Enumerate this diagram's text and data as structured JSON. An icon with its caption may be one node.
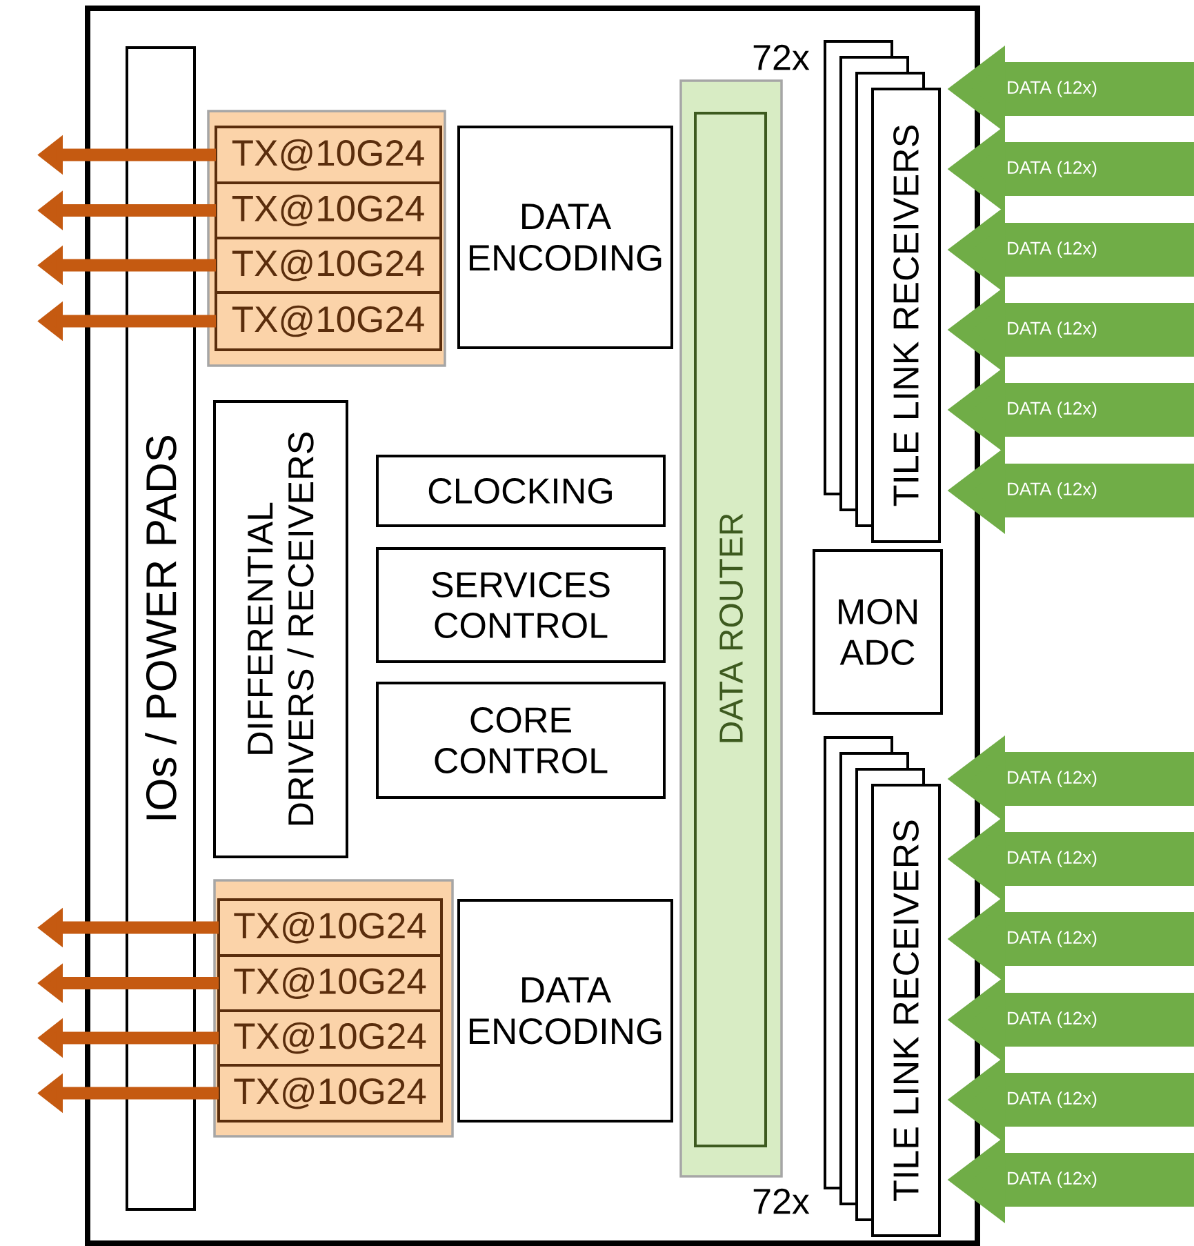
{
  "diagram": {
    "nodes": [
      {
        "text": [
          "IOs / POWER PADS"
        ]
      },
      {
        "text": [],
        "shape": "box"
      },
      {
        "text": [
          "TX@10G24"
        ],
        "in": 1
      },
      {
        "text": [
          "TX@10G24"
        ],
        "in": 1
      },
      {
        "text": [
          "TX@10G24"
        ],
        "in": 1
      },
      {
        "text": [
          "TX@10G24"
        ],
        "in": 1
      },
      {
        "text": [
          "DATA ENCODING"
        ]
      },
      {
        "text": [
          "DIFFERENTIAL DRIVERS / RECEIVERS"
        ]
      },
      {
        "text": [
          "CLOCKING"
        ]
      },
      {
        "text": [
          "SERVICES CONTROL"
        ]
      },
      {
        "text": [
          "CORE CONTROL"
        ]
      },
      {
        "text": [],
        "shape": "box"
      },
      {
        "text": [
          "TX@10G24"
        ],
        "in": 11
      },
      {
        "text": [
          "TX@10G24"
        ],
        "in": 11
      },
      {
        "text": [
          "TX@10G24"
        ],
        "in": 11
      },
      {
        "text": [
          "TX@10G24"
        ],
        "in": 11
      },
      {
        "text": [
          "DATA ENCODING"
        ]
      },
      {
        "text": [
          "DATA ROUTER"
        ]
      },
      {
        "text": [
          "TILE LINK RECEIVERS"
        ],
        "beside": [
          "72x"
        ]
      },
      {
        "text": [
          "MON ADC"
        ]
      },
      {
        "text": [
          "TILE LINK RECEIVERS"
        ],
        "beside": [
          "72x"
        ]
      }
    ],
    "edges": [
      {
        "from": 2,
        "to": null,
        "arrow": "to",
        "color": "#c55a11"
      },
      {
        "from": 3,
        "to": null,
        "arrow": "to",
        "color": "#c55a11"
      },
      {
        "from": 4,
        "to": null,
        "arrow": "to",
        "color": "#c55a11"
      },
      {
        "from": 5,
        "to": null,
        "arrow": "to",
        "color": "#c55a11"
      },
      {
        "from": 12,
        "to": null,
        "arrow": "to",
        "color": "#c55a11"
      },
      {
        "from": 13,
        "to": null,
        "arrow": "to",
        "color": "#c55a11"
      },
      {
        "from": 14,
        "to": null,
        "arrow": "to",
        "color": "#c55a11"
      },
      {
        "from": 15,
        "to": null,
        "arrow": "to",
        "color": "#c55a11"
      },
      {
        "from": null,
        "to": 18,
        "arrow": "to",
        "label": "DATA (12x)"
      },
      {
        "from": null,
        "to": 18,
        "arrow": "to",
        "label": "DATA (12x)"
      },
      {
        "from": null,
        "to": 18,
        "arrow": "to",
        "label": "DATA (12x)"
      },
      {
        "from": null,
        "to": 18,
        "arrow": "to",
        "label": "DATA (12x)"
      },
      {
        "from": null,
        "to": 18,
        "arrow": "to",
        "label": "DATA (12x)"
      },
      {
        "from": null,
        "to": 18,
        "arrow": "to",
        "label": "DATA (12x)"
      },
      {
        "from": null,
        "to": 20,
        "arrow": "to",
        "label": "DATA (12x)"
      },
      {
        "from": null,
        "to": 20,
        "arrow": "to",
        "label": "DATA (12x)"
      },
      {
        "from": null,
        "to": 20,
        "arrow": "to",
        "label": "DATA (12x)"
      },
      {
        "from": null,
        "to": 20,
        "arrow": "to",
        "label": "DATA (12x)"
      },
      {
        "from": null,
        "to": 20,
        "arrow": "to",
        "label": "DATA (12x)"
      },
      {
        "from": null,
        "to": 20,
        "arrow": "to",
        "label": "DATA (12x)"
      }
    ]
  }
}
